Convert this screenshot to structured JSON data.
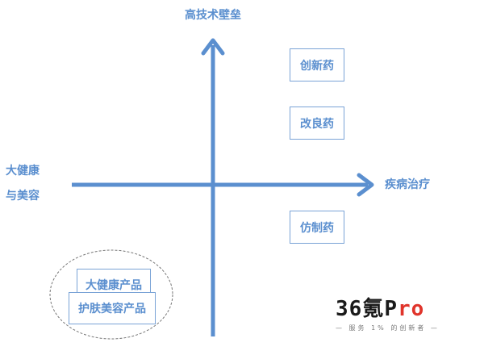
{
  "diagram": {
    "type": "quadrant",
    "axis_color": "#5b8fcf",
    "y_axis": {
      "top_label": "高技术壁垒"
    },
    "x_axis": {
      "left_label_line1": "大健康",
      "left_label_line2": "与美容",
      "right_label": "疾病治疗"
    },
    "quadrant_boxes": [
      {
        "label": "创新药",
        "quadrant": "top-right"
      },
      {
        "label": "改良药",
        "quadrant": "top-right"
      },
      {
        "label": "仿制药",
        "quadrant": "bottom-right"
      }
    ],
    "ellipse_group": {
      "quadrant": "bottom-left",
      "items": [
        "大健康产品",
        "护肤美容产品"
      ]
    }
  },
  "watermark": {
    "brand_prefix": "36氪",
    "brand_suffix_p": "P",
    "brand_suffix_rest": "ro",
    "tagline": "— 服务 1% 的创新者 —",
    "accent_color": "#e0342b"
  }
}
